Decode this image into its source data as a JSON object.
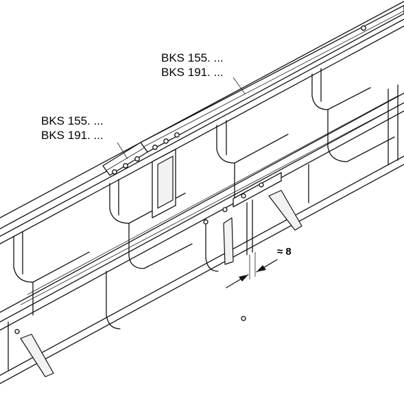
{
  "callouts": {
    "upper": {
      "line1": "BKS 155. ...",
      "line2": "BKS 191. ..."
    },
    "lower": {
      "line1": "BKS 155. ...",
      "line2": "BKS 191. ..."
    }
  },
  "dimension": {
    "label": "≈ 8"
  }
}
